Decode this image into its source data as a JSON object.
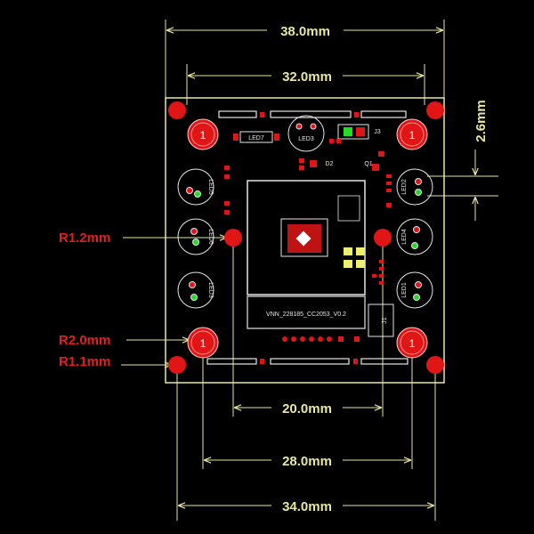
{
  "dimensions": {
    "top_outer": "38.0mm",
    "top_inner": "32.0mm",
    "right_vertical": "2.6mm",
    "bottom_hole_spacing": "20.0mm",
    "bottom_pad_spacing": "28.0mm",
    "bottom_outer": "34.0mm"
  },
  "radius_labels": {
    "mid_hole": "R1.2mm",
    "pad": "R2.0mm",
    "corner_hole": "R1.1mm"
  },
  "board": {
    "version_text": "VNN_228185_CC2053_V0.2",
    "pad_number": "1",
    "components": {
      "led_top": "LED3",
      "led_d7": "LED7",
      "led5": "LED5",
      "led6": "LED6",
      "led3b": "LED3",
      "led2": "LED2",
      "led4": "LED4",
      "led1": "LED1",
      "j3": "J3",
      "d2": "D2",
      "q1": "Q1",
      "j1": "J1"
    }
  },
  "colors": {
    "background": "#000000",
    "board_outline": "#e8e6a0",
    "copper_red": "#e01515",
    "silkscreen": "#e6e6e6",
    "pad_green": "#22dd22",
    "pad_yellow": "#f0f070"
  }
}
